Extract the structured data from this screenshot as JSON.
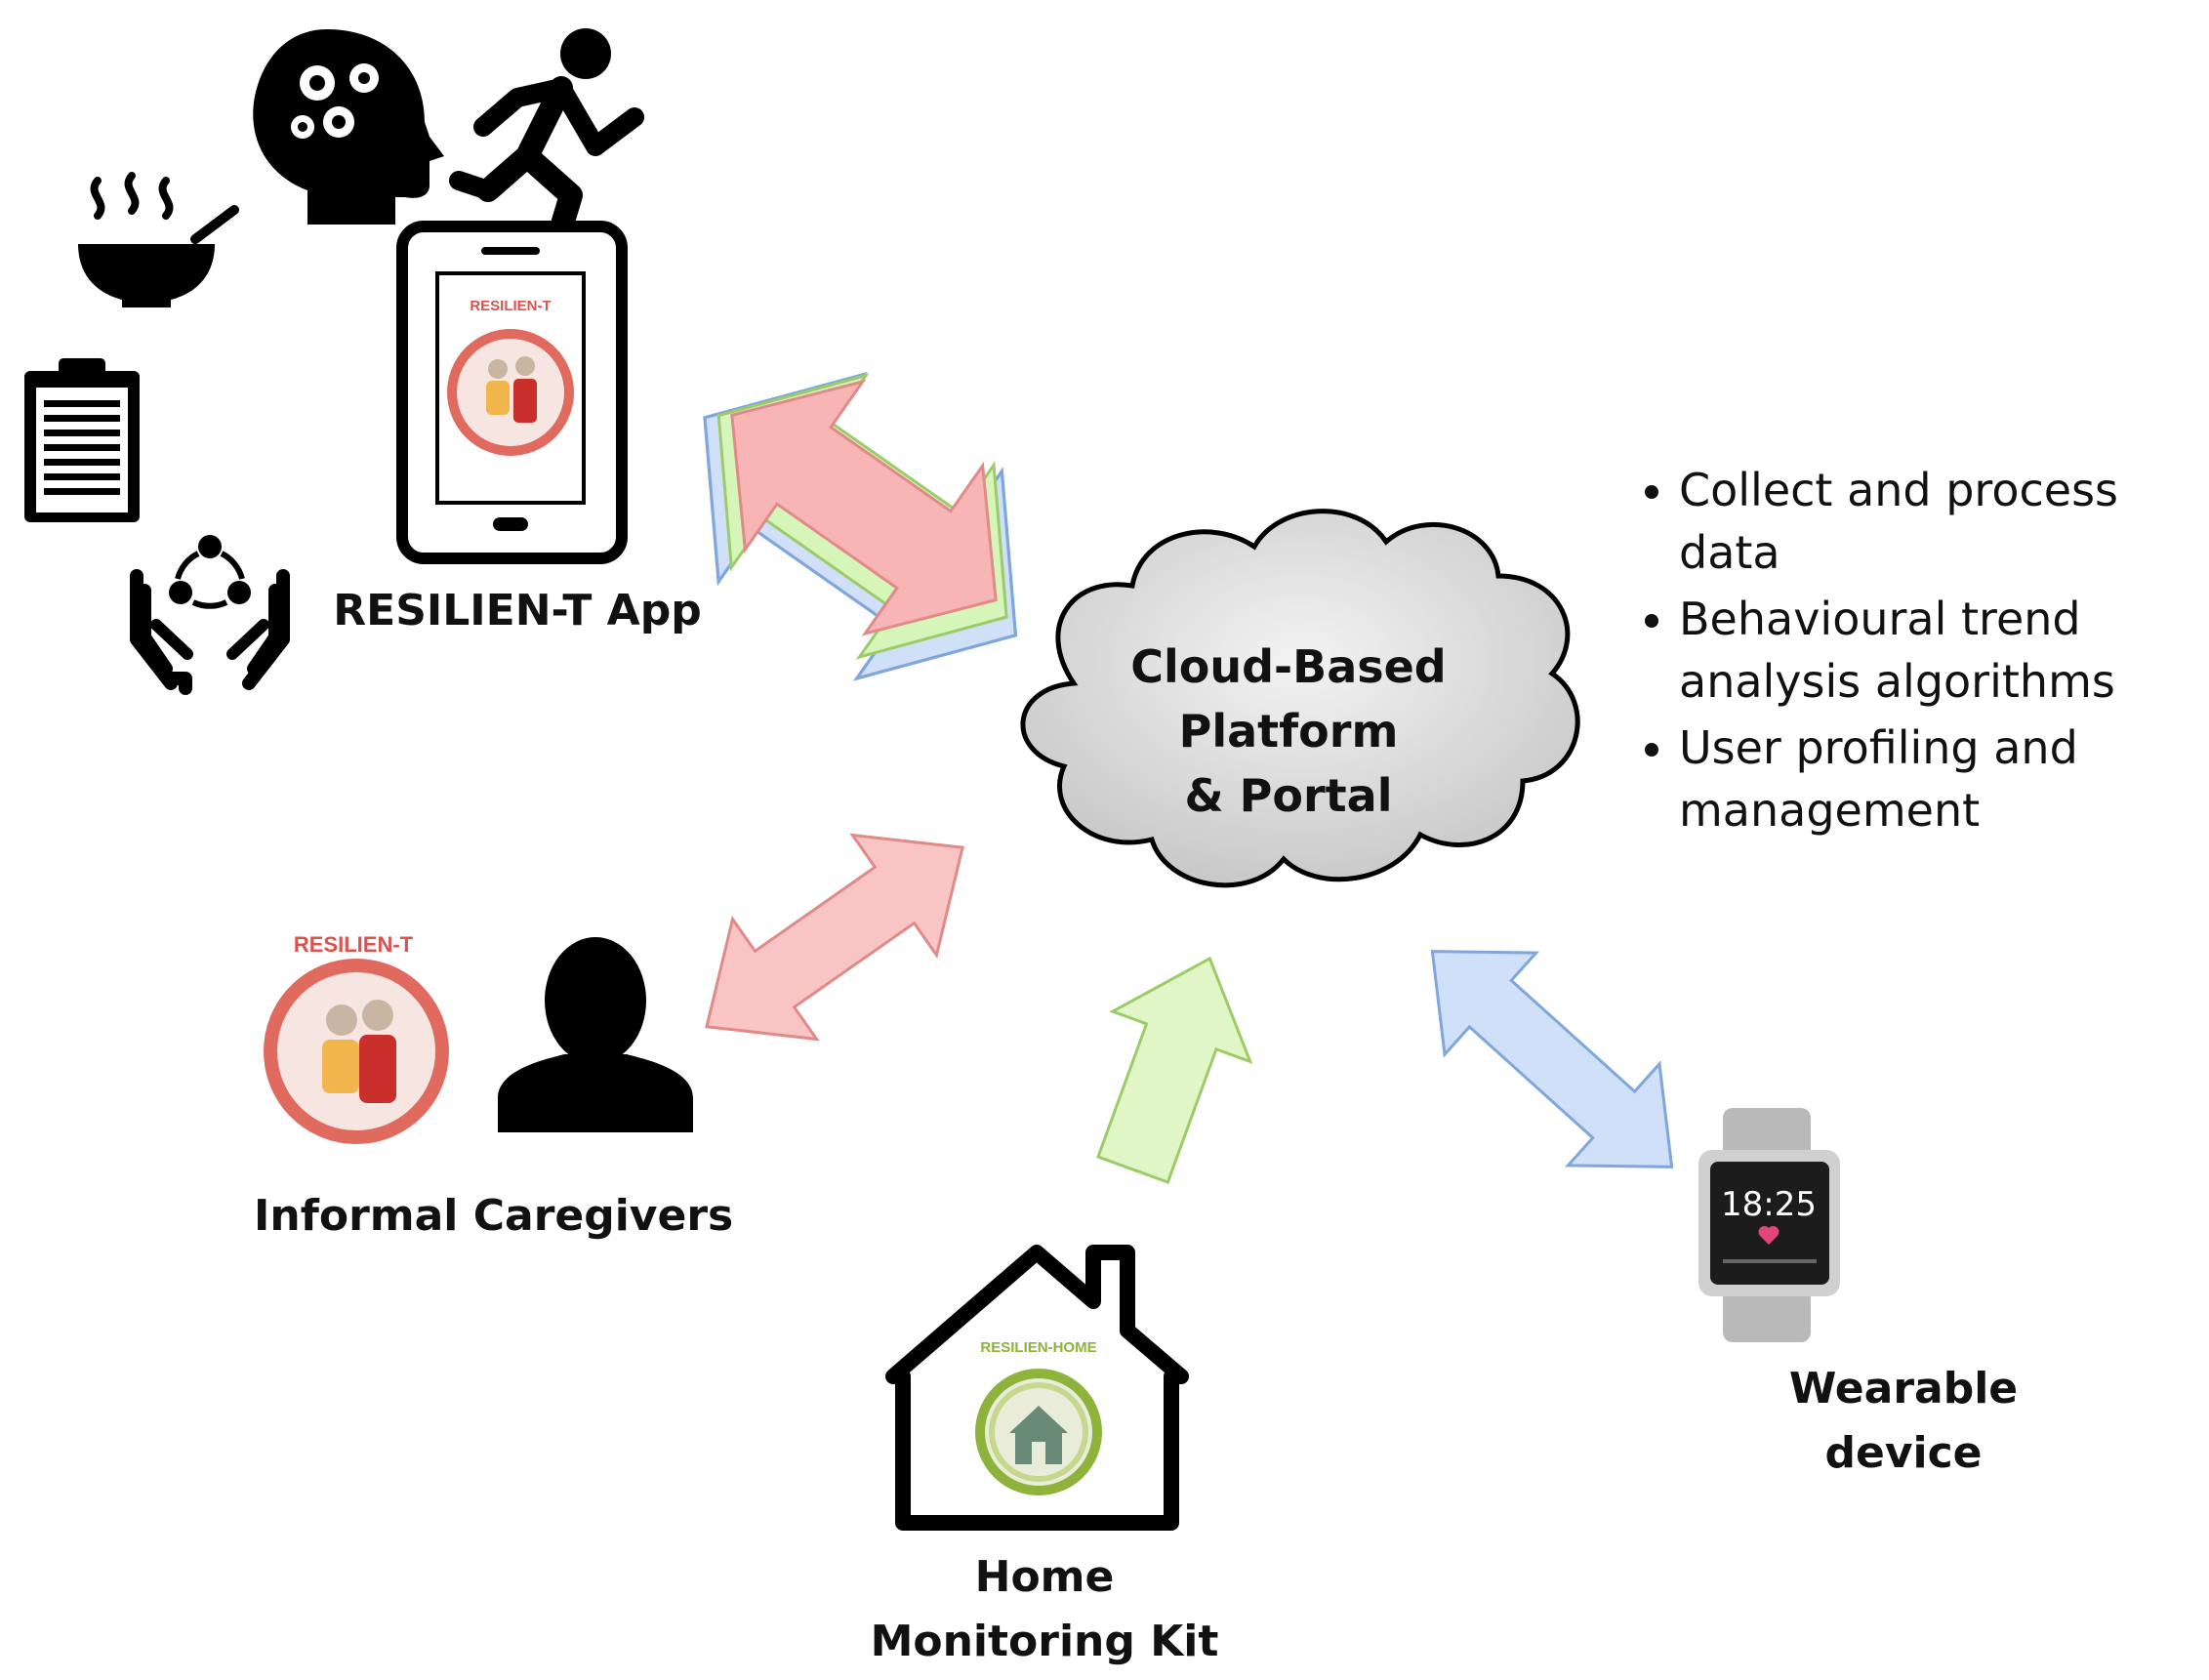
{
  "diagram": {
    "cloud": {
      "line1": "Cloud-Based",
      "line2": "Platform",
      "line3": "& Portal"
    },
    "app": {
      "label": "RESILIEN-T App",
      "screen_title": "RESILIEN-T"
    },
    "caregivers": {
      "label": "Informal Caregivers",
      "logo_title": "RESILIEN-T"
    },
    "home": {
      "line1": "Home",
      "line2": "Monitoring Kit",
      "logo_title": "RESILIEN-HOME"
    },
    "wearable": {
      "line1": "Wearable",
      "line2": "device",
      "watch_time": "18:25"
    },
    "features": [
      "Collect and process data",
      "Behavioural trend analysis algorithms",
      "User profiling and management"
    ],
    "icons": [
      "brain-gears-icon",
      "runner-icon",
      "food-bowl-icon",
      "clipboard-icon",
      "care-hands-icon"
    ],
    "colors": {
      "red_arrow": "#f5a3a3",
      "green_arrow": "#d6f5b8",
      "blue_arrow": "#b9d4f5",
      "logo_red": "#d9534f",
      "logo_green": "#8db33a"
    }
  }
}
